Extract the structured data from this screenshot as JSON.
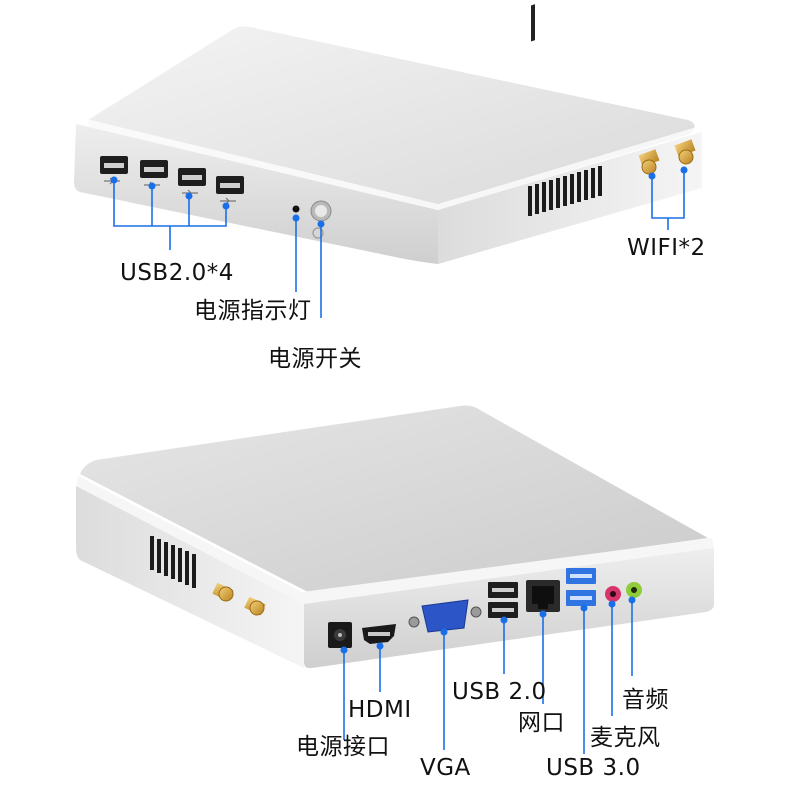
{
  "top_view": {
    "labels": {
      "usb_rear": "USB2.0*4",
      "power_led": "电源指示灯",
      "power_switch": "电源开关",
      "wifi": "WIFI*2"
    }
  },
  "bottom_view": {
    "labels": {
      "hdmi": "HDMI",
      "power_jack": "电源接口",
      "vga": "VGA",
      "usb20": "USB 2.0",
      "ethernet": "网口",
      "usb30": "USB 3.0",
      "mic": "麦克风",
      "audio": "音频"
    }
  },
  "colors": {
    "callout": "#1a6fe8",
    "usb3_port": "#2f74e0",
    "mic_port": "#d8336a",
    "audio_port": "#8fcc3a",
    "antenna": "#d9a43a",
    "vga_port": "#2c56c8"
  }
}
